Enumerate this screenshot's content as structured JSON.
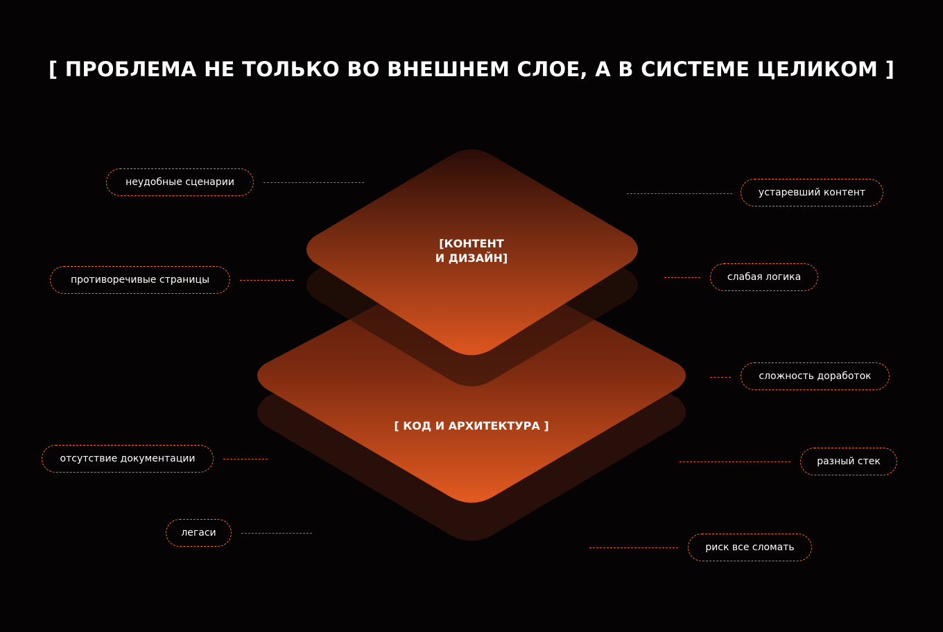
{
  "title": "[ ПРОБЛЕМА НЕ ТОЛЬКО ВО ВНЕШНЕМ СЛОЕ, А В СИСТЕМЕ ЦЕЛИКОМ ]",
  "layers": {
    "top": {
      "line1": "[КОНТЕНТ",
      "line2": "И ДИЗАЙН]"
    },
    "bottom": {
      "label": "[ КОД И АРХИТЕКТУРА ]"
    }
  },
  "tags_left": [
    "неудобные сценарии",
    "противоречивые страницы",
    "отсутствие документации",
    "легаси"
  ],
  "tags_right": [
    "устаревший контент",
    "слабая логика",
    "сложность доработок",
    "разный стек",
    "риск все сломать"
  ],
  "colors": {
    "accent": "#e8562a",
    "layer_top": "#2a0c06",
    "layer_bottom": "#e05a22",
    "background": "#050303"
  }
}
